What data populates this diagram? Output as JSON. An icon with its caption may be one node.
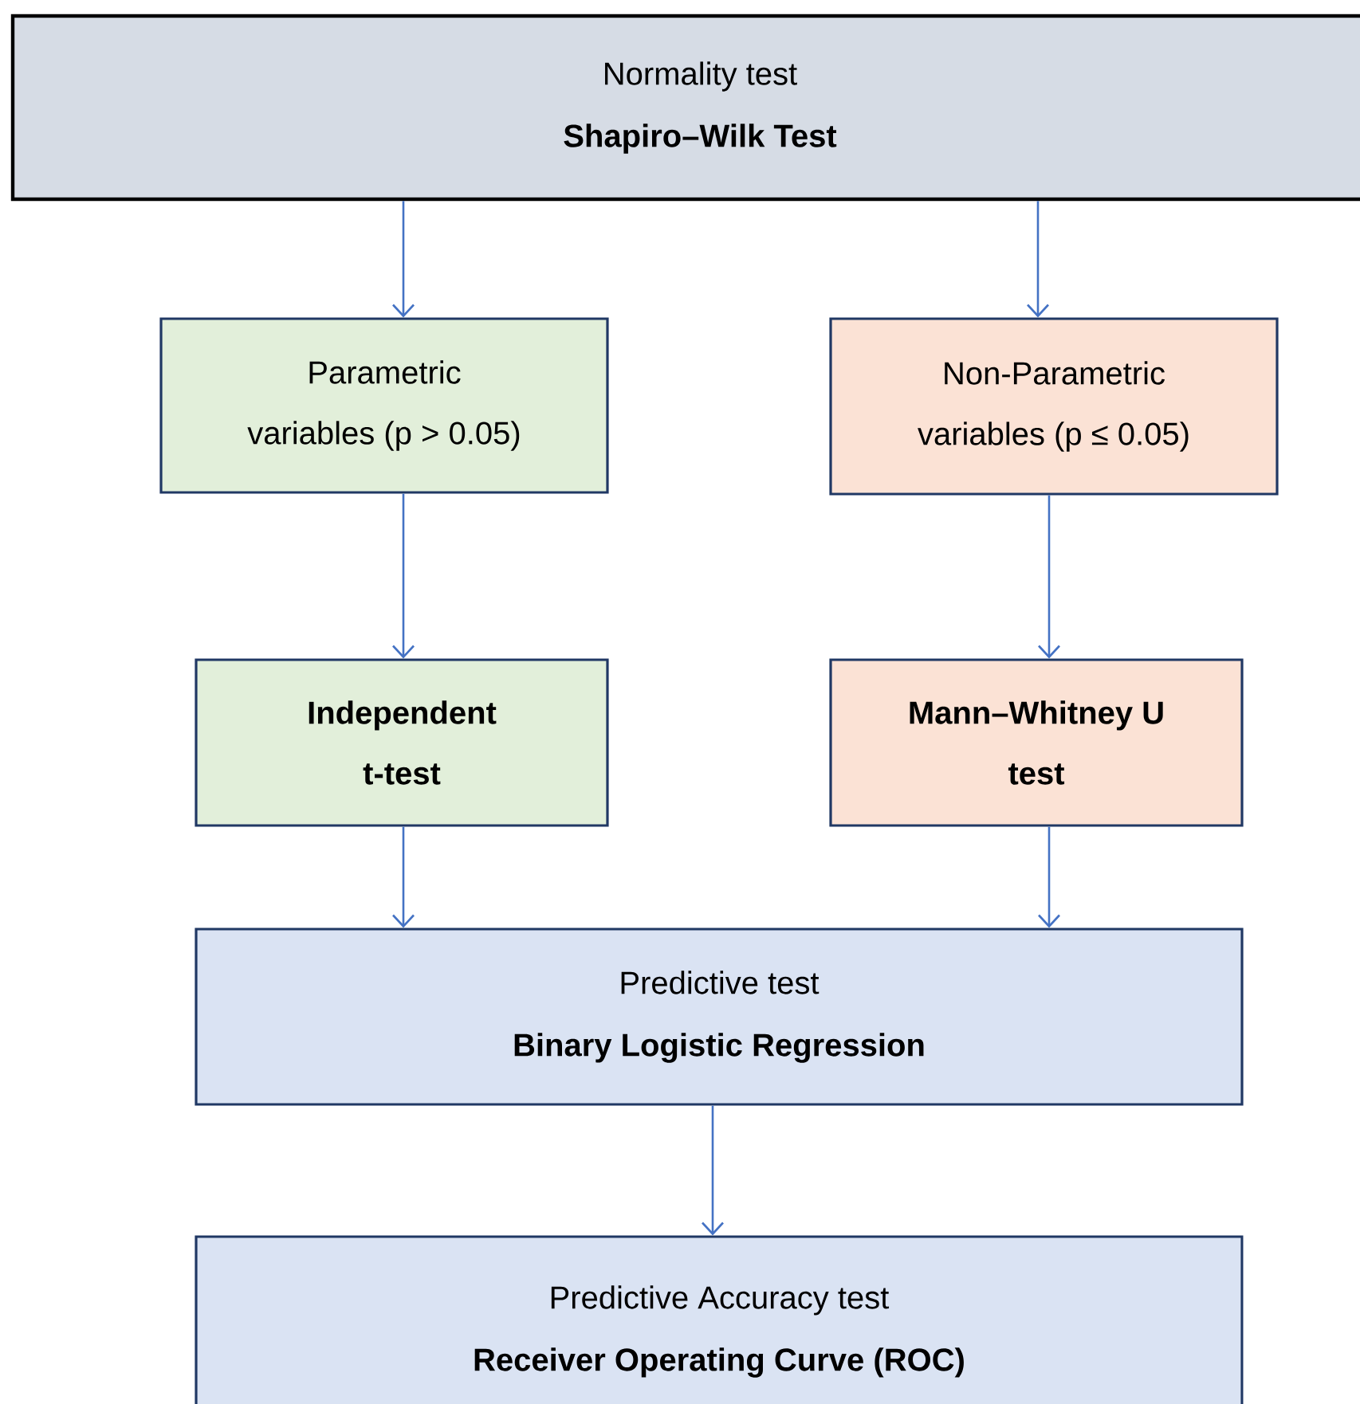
{
  "diagram": {
    "nodes": [
      {
        "text": [
          "Normality test",
          "Shapiro–Wilk Test"
        ]
      },
      {
        "text": [
          "Parametric variables (p > 0.05)"
        ]
      },
      {
        "text": [
          "Non-Parametric variables (p ≤ 0.05)"
        ]
      },
      {
        "text": [
          "Independent t-test"
        ]
      },
      {
        "text": [
          "Mann–Whitney U test"
        ]
      },
      {
        "text": [
          "Predictive test",
          "Binary Logistic Regression"
        ]
      },
      {
        "text": [
          "Predictive Accuracy test",
          "Receiver Operating Curve (ROC)"
        ]
      }
    ],
    "edges": [
      {
        "from": 0,
        "to": 1,
        "arrow": "to"
      },
      {
        "from": 0,
        "to": 2,
        "arrow": "to"
      },
      {
        "from": 1,
        "to": 3,
        "arrow": "to"
      },
      {
        "from": 2,
        "to": 4,
        "arrow": "to"
      },
      {
        "from": 3,
        "to": 5,
        "arrow": "to"
      },
      {
        "from": 4,
        "to": 5,
        "arrow": "to"
      },
      {
        "from": 5,
        "to": 6,
        "arrow": "to"
      }
    ]
  }
}
